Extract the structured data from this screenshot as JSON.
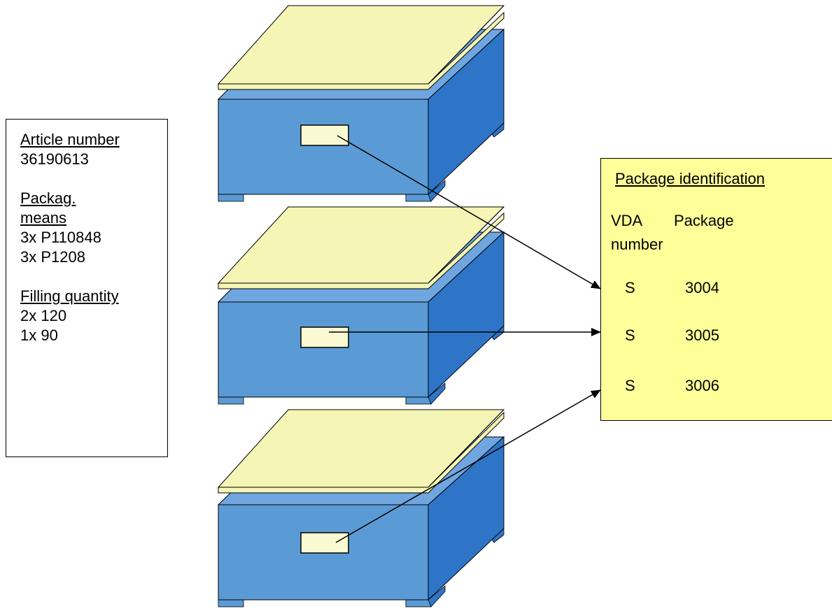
{
  "article": {
    "label": "Article number",
    "value": "36190613"
  },
  "packaging": {
    "label_line1": "Packag.",
    "label_line2": "means",
    "items": [
      "3x P110848",
      "3x P1208"
    ]
  },
  "filling": {
    "label": "Filling quantity",
    "items": [
      "2x 120",
      "1x 90"
    ]
  },
  "package_identification": {
    "title": "Package identification",
    "col_vda": "VDA",
    "col_package_line1": "Package",
    "col_package_line2": "number",
    "rows": [
      {
        "vda": "S",
        "number": "3004"
      },
      {
        "vda": "S",
        "number": "3005"
      },
      {
        "vda": "S",
        "number": "3006"
      }
    ]
  },
  "colors": {
    "box_front": "#5b9bd5",
    "box_side": "#2e75c8",
    "box_top": "#6fa6e0",
    "lid": "#f5f5b5",
    "label": "#fafad2",
    "pkg_box": "#ffff99"
  }
}
